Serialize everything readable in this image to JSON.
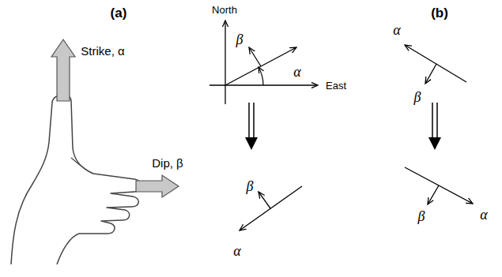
{
  "diagram": {
    "labels": [
      "(a)",
      "(b)",
      "North",
      "Strike, α",
      "Dip, β",
      "β",
      "α",
      "East",
      "β",
      "α",
      "α",
      "β",
      "β",
      "α"
    ]
  }
}
